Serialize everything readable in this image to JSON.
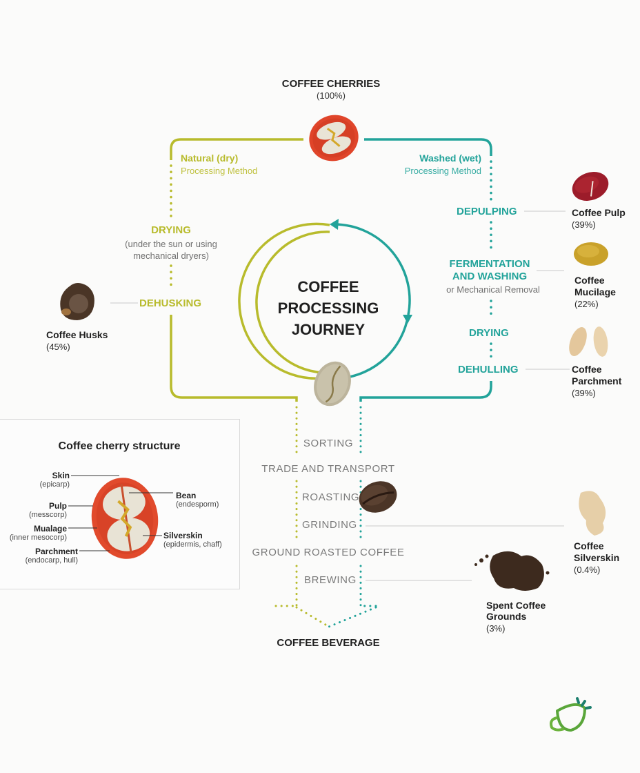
{
  "title": {
    "top": "COFFEE CHERRIES",
    "top_pct": "(100%)",
    "center_line1": "COFFEE",
    "center_line2": "PROCESSING",
    "center_line3": "JOURNEY",
    "bottom": "COFFEE BEVERAGE"
  },
  "colors": {
    "natural": "#b8bb2c",
    "washed": "#22a39a",
    "text_dark": "#1f1f1f",
    "text_grey": "#7a7a7a"
  },
  "natural": {
    "method_line1": "Natural (dry)",
    "method_line2": "Processing Method",
    "steps": [
      {
        "label": "DRYING",
        "note": "(under the sun or using mechanical dryers)"
      },
      {
        "label": "DEHUSKING"
      }
    ],
    "byproduct": {
      "name": "Coffee Husks",
      "pct": "(45%)"
    }
  },
  "washed": {
    "method_line1": "Washed (wet)",
    "method_line2": "Processing Method",
    "steps": [
      {
        "label": "DEPULPING"
      },
      {
        "label_line1": "FERMENTATION",
        "label_line2": "AND WASHING",
        "note": "or Mechanical Removal"
      },
      {
        "label": "DRYING"
      },
      {
        "label": "DEHULLING"
      }
    ],
    "byproducts": [
      {
        "name": "Coffee Pulp",
        "pct": "(39%)"
      },
      {
        "name_line1": "Coffee",
        "name_line2": "Mucilage",
        "pct": "(22%)"
      },
      {
        "name_line1": "Coffee",
        "name_line2": "Parchment",
        "pct": "(39%)"
      }
    ]
  },
  "common_steps": [
    "SORTING",
    "TRADE AND TRANSPORT",
    "ROASTING",
    "GRINDING",
    "GROUND ROASTED COFFEE",
    "BREWING"
  ],
  "final_byproducts": [
    {
      "name_line1": "Coffee",
      "name_line2": "Silverskin",
      "pct": "(0.4%)"
    },
    {
      "name_line1": "Spent Coffee",
      "name_line2": "Grounds",
      "pct": "(3%)"
    }
  ],
  "structure": {
    "title": "Coffee cherry structure",
    "left_labels": [
      {
        "name": "Skin",
        "sub": "(epicarp)"
      },
      {
        "name": "Pulp",
        "sub": "(messcorp)"
      },
      {
        "name": "Mualage",
        "sub": "(inner mesocorp)"
      },
      {
        "name": "Parchment",
        "sub": "(endocarp, hull)"
      }
    ],
    "right_labels": [
      {
        "name": "Bean",
        "sub": "(endesporm)"
      },
      {
        "name": "Silverskin",
        "sub": "(epidermis, chaff)"
      }
    ]
  },
  "logo": {
    "icon": "coffee-cup-icon"
  }
}
